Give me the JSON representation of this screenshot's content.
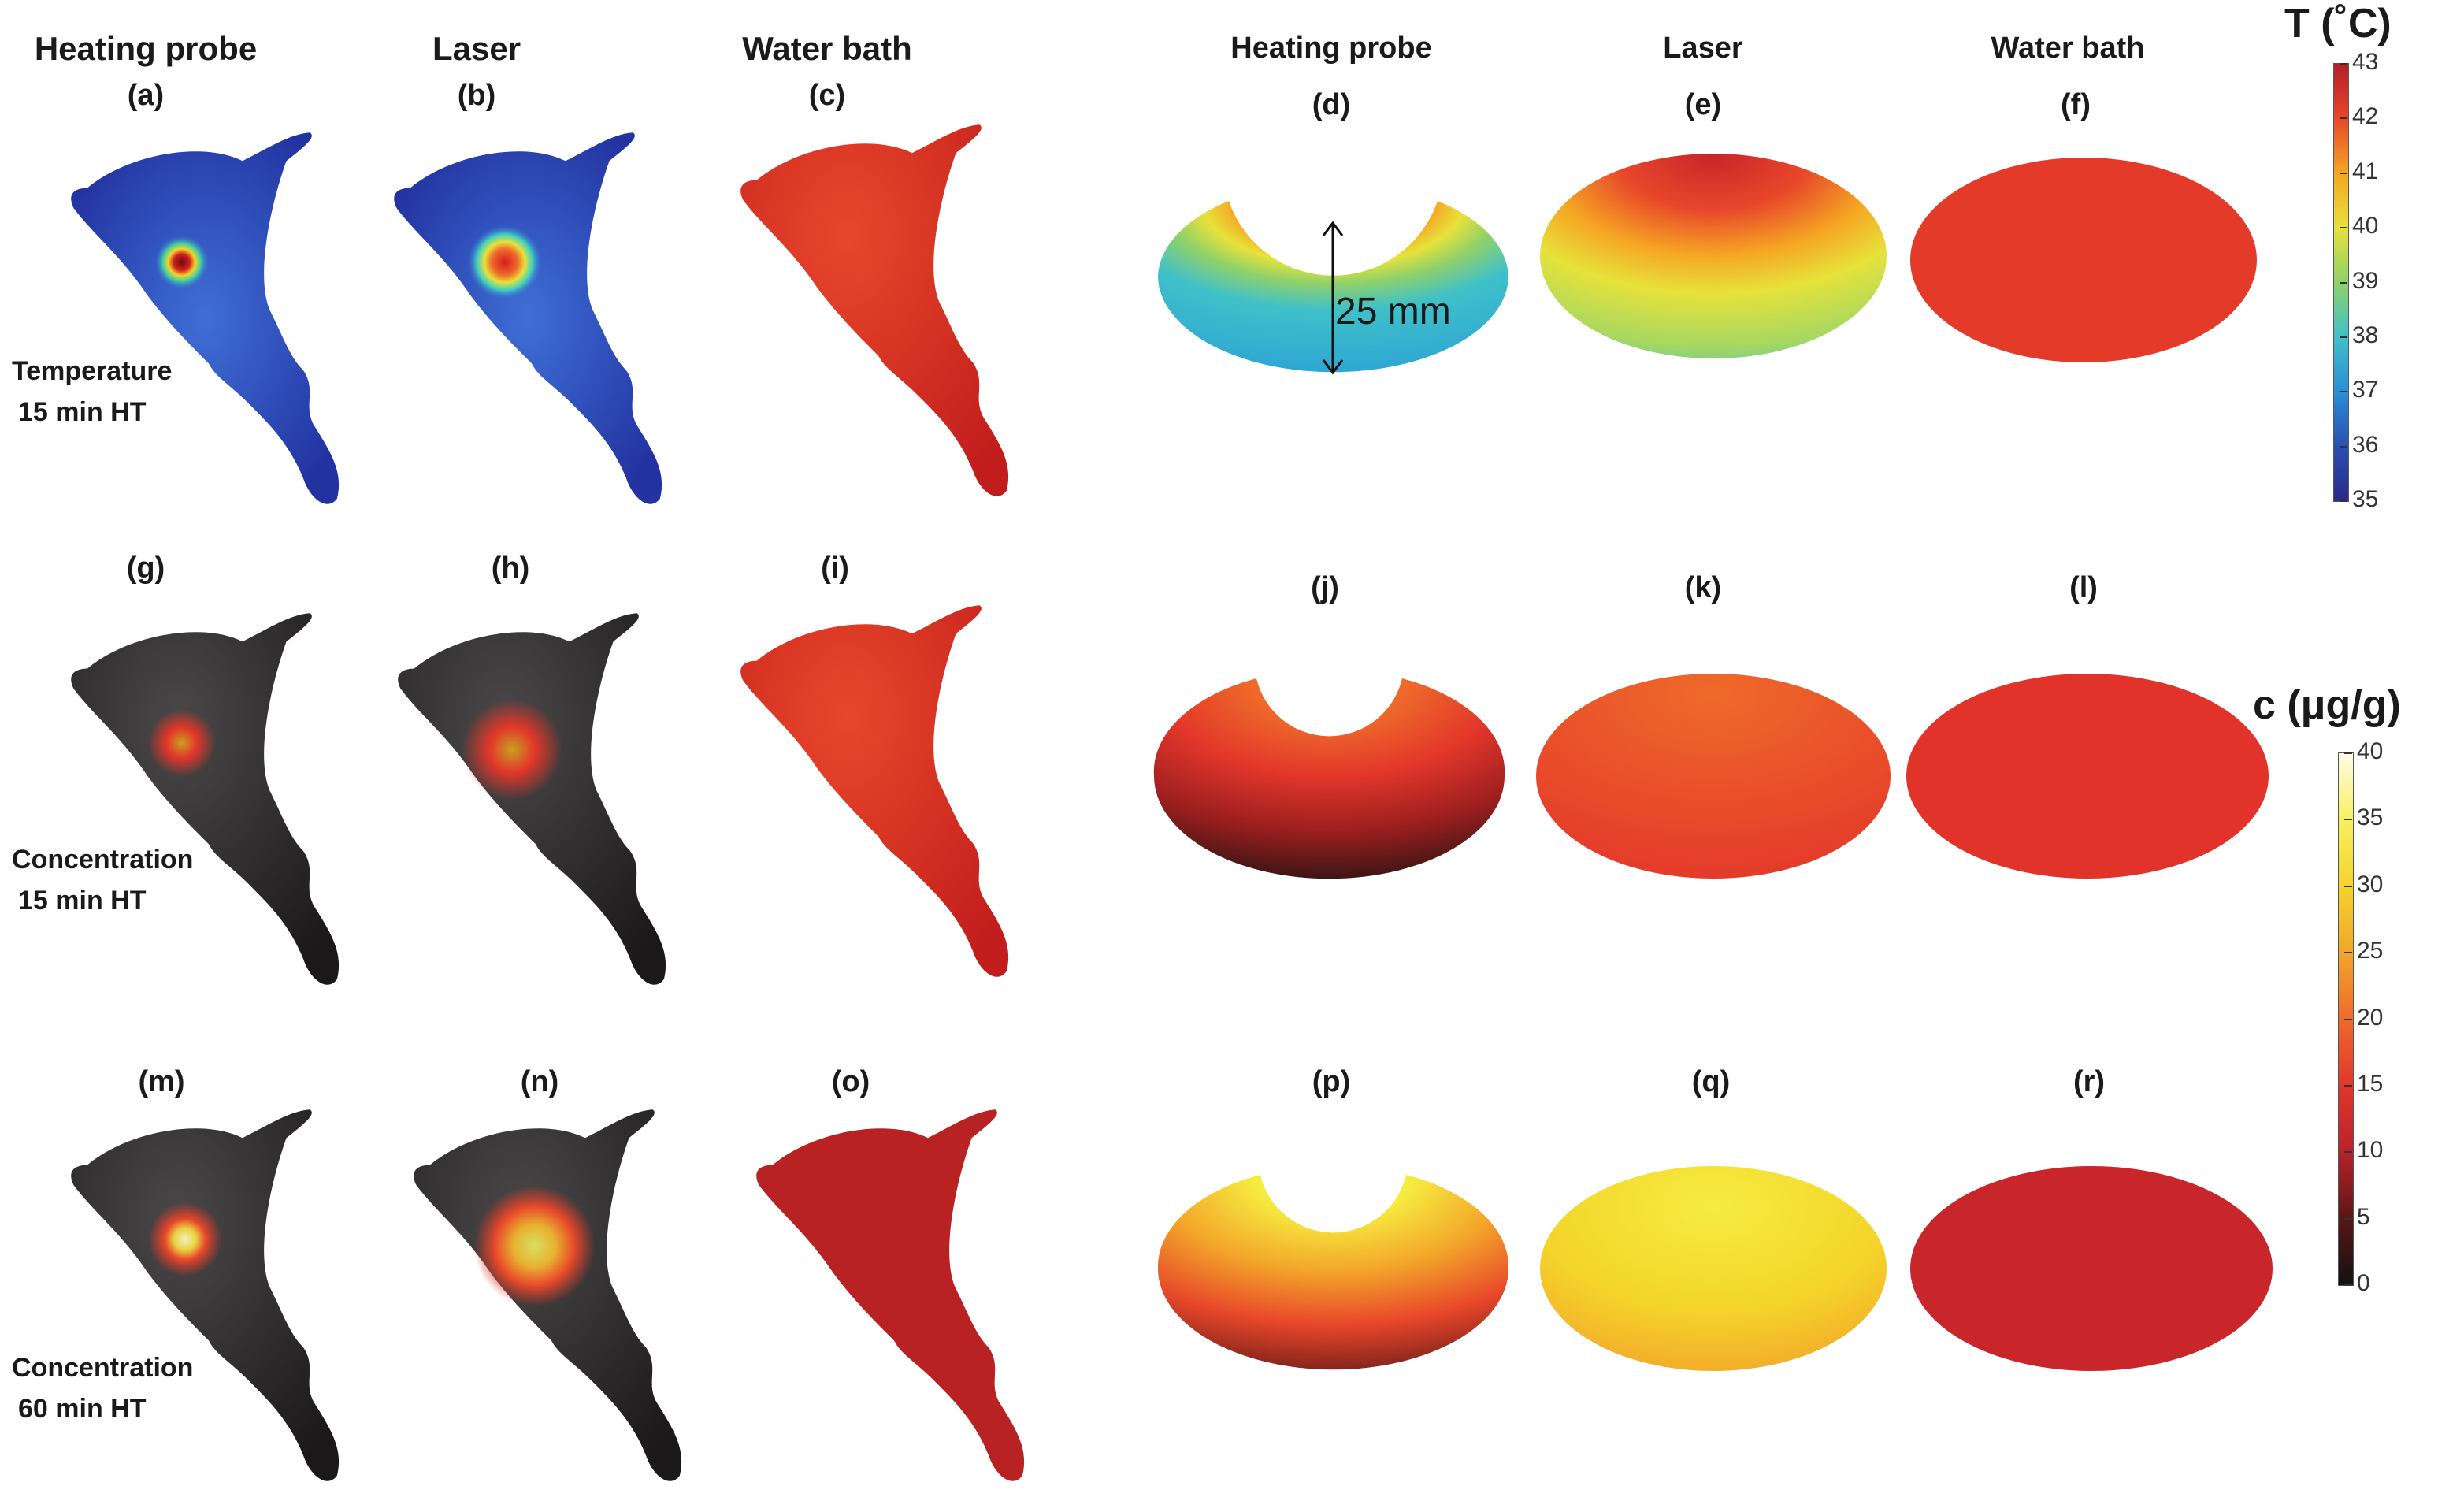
{
  "columns_left": [
    "Heating probe",
    "Laser",
    "Water bath"
  ],
  "columns_right": [
    "Heating probe",
    "Laser",
    "Water bath"
  ],
  "panels": [
    "(a)",
    "(b)",
    "(c)",
    "(d)",
    "(e)",
    "(f)",
    "(g)",
    "(h)",
    "(i)",
    "(j)",
    "(k)",
    "(l)",
    "(m)",
    "(n)",
    "(o)",
    "(p)",
    "(q)",
    "(r)"
  ],
  "rows": [
    {
      "line1": "Temperature",
      "line2": "15 min HT"
    },
    {
      "line1": "Concentration",
      "line2": "15 min HT"
    },
    {
      "line1": "Concentration",
      "line2": "60 min HT"
    }
  ],
  "measurement": "25 mm",
  "colorbars": {
    "temperature": {
      "title": "T (˚C)",
      "ticks": [
        "43",
        "42",
        "41",
        "40",
        "39",
        "38",
        "37",
        "36",
        "35"
      ],
      "min": 35,
      "max": 43,
      "colors": [
        "#b41f2a",
        "#e8472a",
        "#f5a623",
        "#e7e23a",
        "#8fd16a",
        "#3fc1c9",
        "#2a8fd6",
        "#2b4fb0",
        "#2a2a8a"
      ]
    },
    "concentration": {
      "title": "c (μg/g)",
      "ticks": [
        "40",
        "35",
        "30",
        "25",
        "20",
        "15",
        "10",
        "5",
        "0"
      ],
      "min": 0,
      "max": 40,
      "colors": [
        "#fffbe6",
        "#f7f060",
        "#f4d42a",
        "#f3a62a",
        "#ef6a2a",
        "#e2362a",
        "#b8222a",
        "#5a1616",
        "#111111"
      ]
    }
  }
}
